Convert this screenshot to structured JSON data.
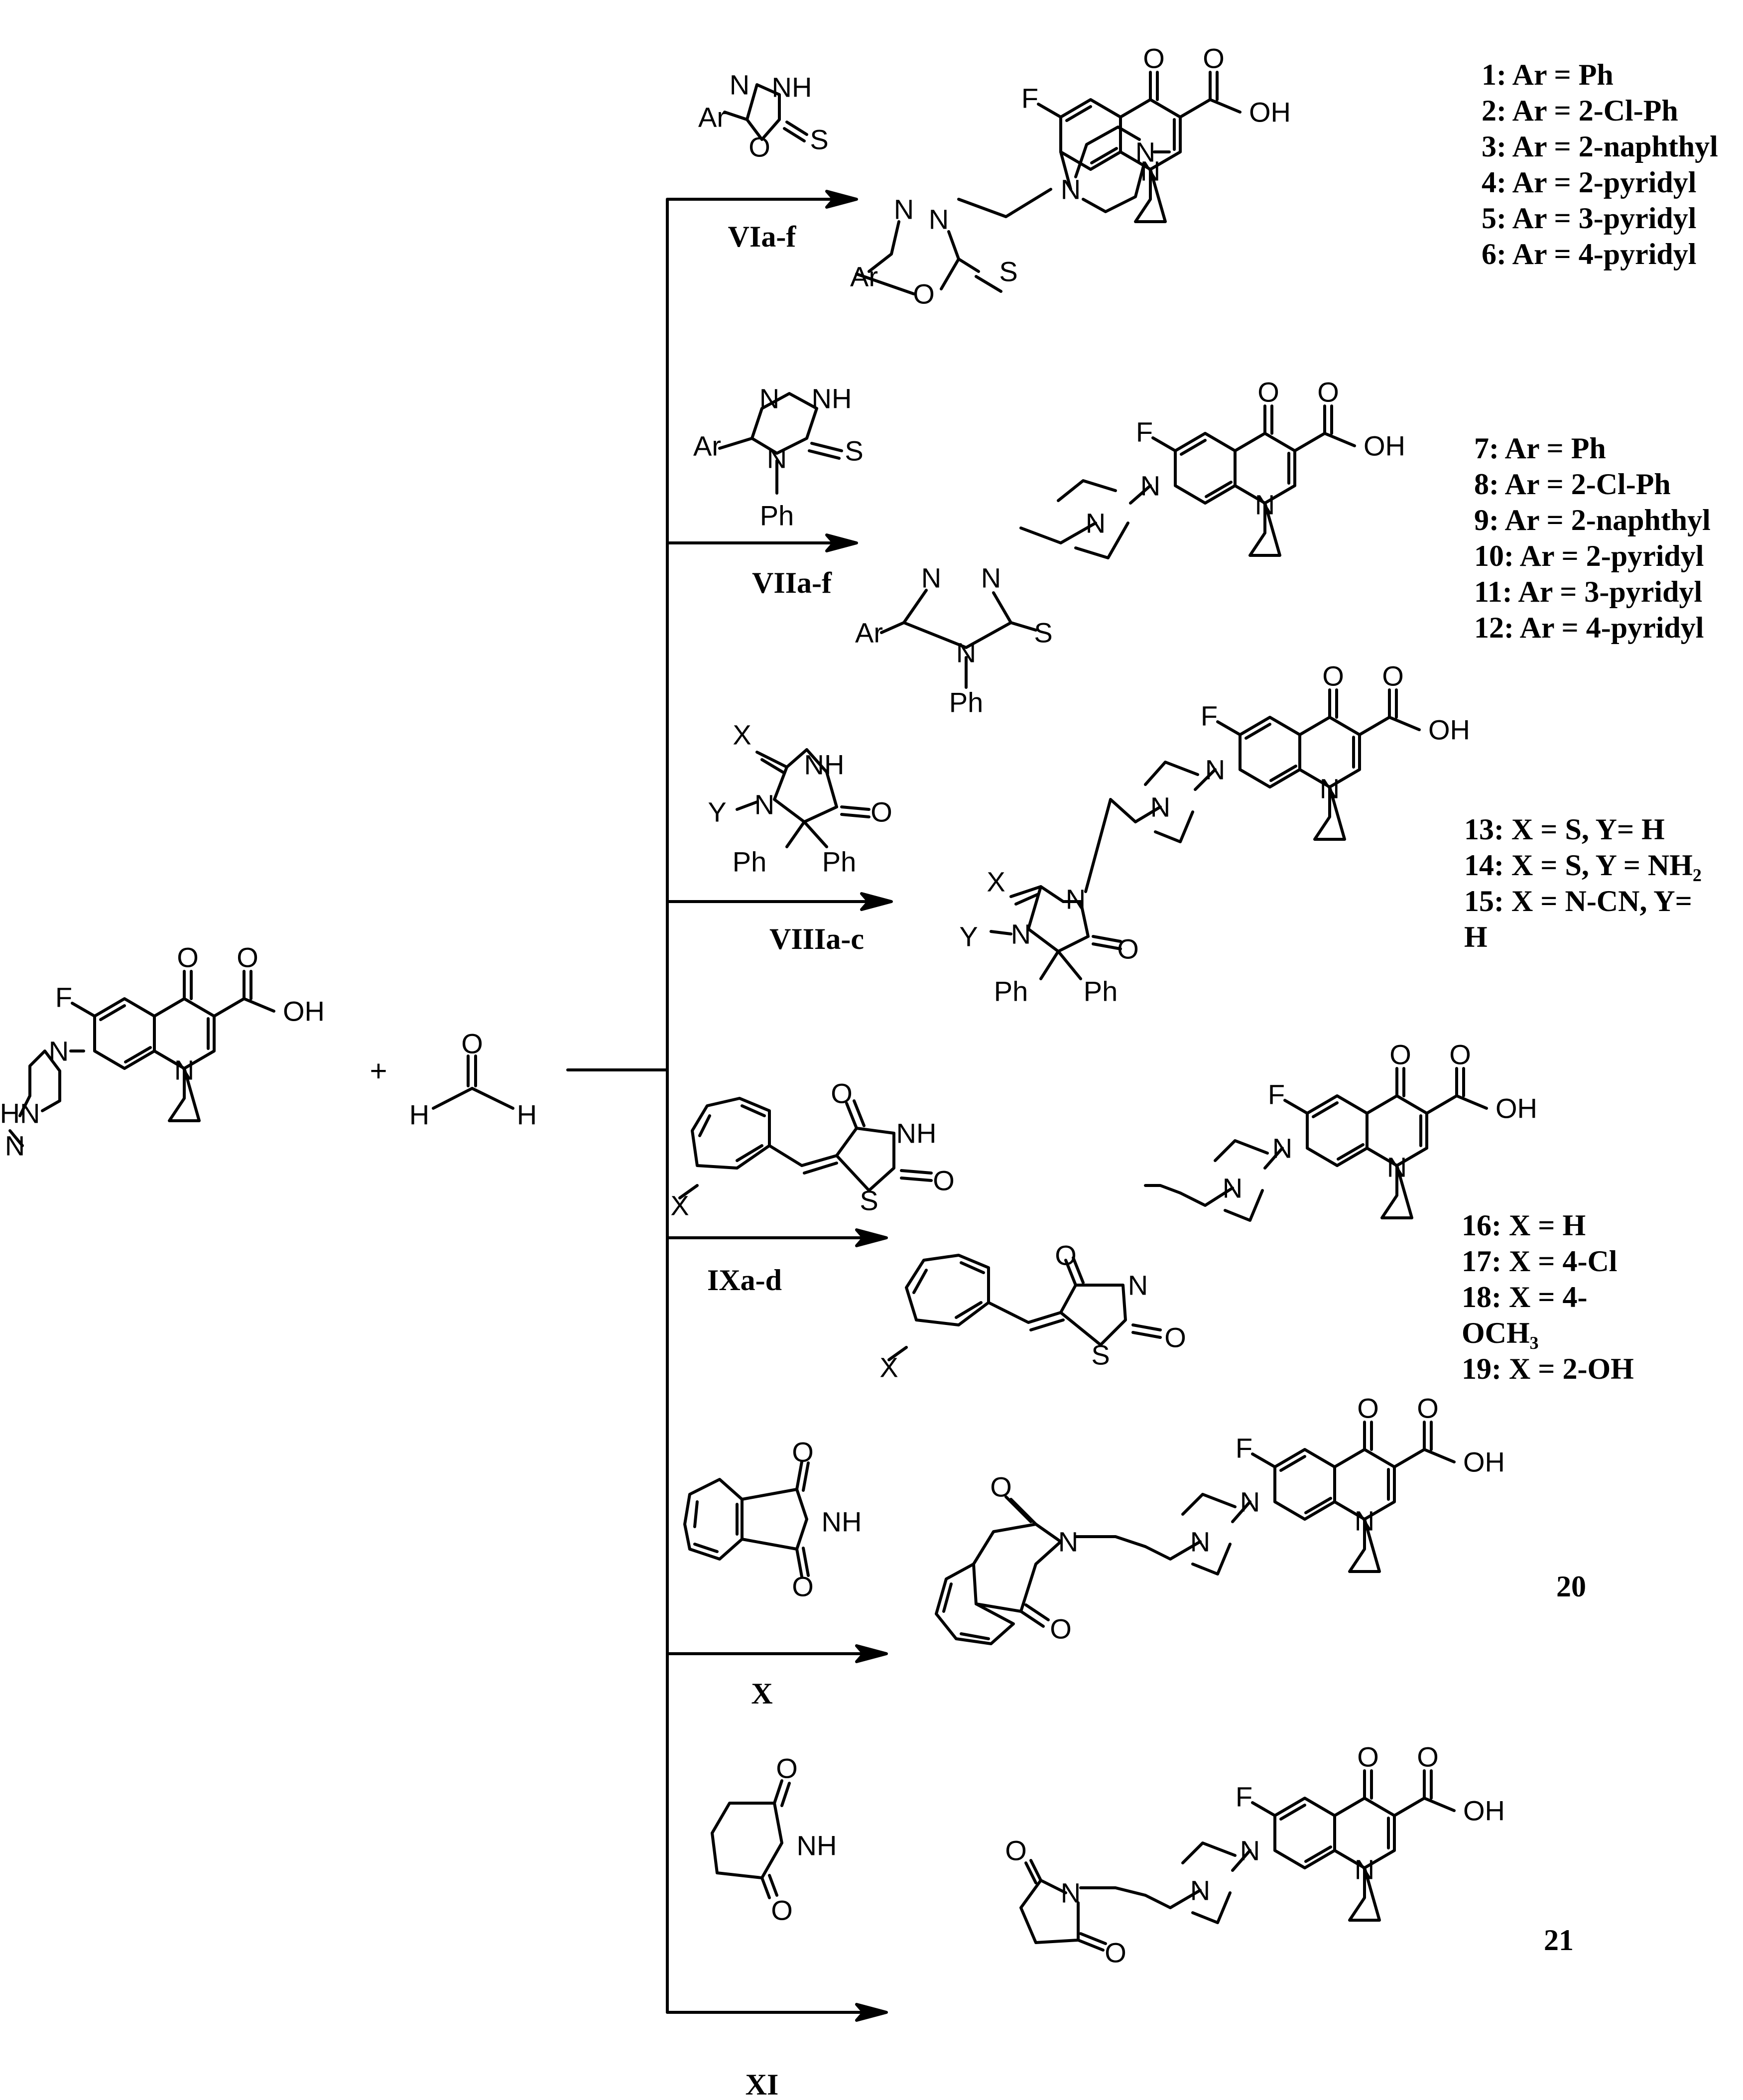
{
  "atoms": {
    "O": "O",
    "OH": "OH",
    "F": "F",
    "N": "N",
    "NH": "NH",
    "H": "H",
    "HN": "HN",
    "S": "S",
    "Ar": "Ar",
    "Ph": "Ph",
    "X": "X",
    "Y": "Y"
  },
  "plus": "+",
  "reagents": {
    "r6": "VIa-f",
    "r7": "VIIa-f",
    "r8": "VIIIa-c",
    "r9": "IXa-d",
    "r10": "X",
    "r11": "XI"
  },
  "labels_1_6": [
    "1: Ar = Ph",
    "2: Ar = 2-Cl-Ph",
    "3: Ar = 2-naphthyl",
    "4: Ar = 2-pyridyl",
    "5: Ar = 3-pyridyl",
    "6: Ar = 4-pyridyl"
  ],
  "labels_7_12": [
    "7: Ar = Ph",
    "8: Ar = 2-Cl-Ph",
    "9: Ar = 2-naphthyl",
    "10: Ar = 2-pyridyl",
    "11: Ar = 3-pyridyl",
    "12: Ar = 4-pyridyl"
  ],
  "labels_13_15": [
    "13: X = S, Y= H",
    "14: X = S, Y = NH₂",
    "15: X = N-CN, Y=",
    "H"
  ],
  "labels_16_19": [
    "16: X = H",
    "17: X = 4-Cl",
    "18: X = 4-",
    "OCH₃",
    "19: X = 2-OH"
  ],
  "label_20": "20",
  "label_21": "21"
}
